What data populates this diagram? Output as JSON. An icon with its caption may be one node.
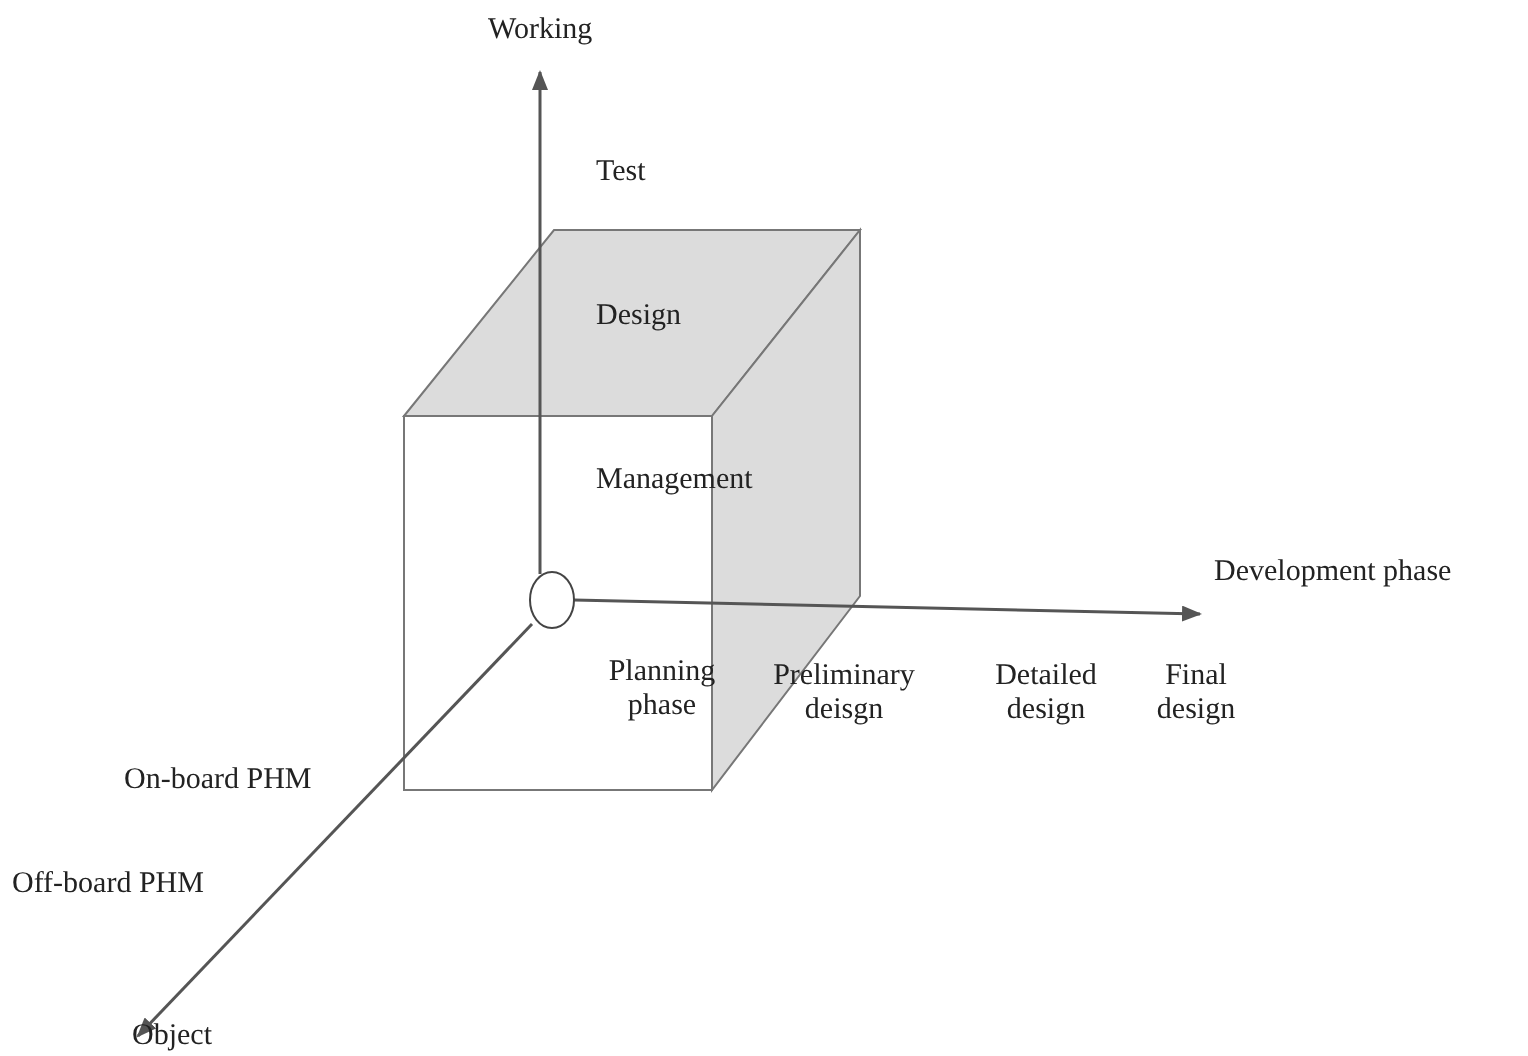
{
  "diagram": {
    "labels": [
      "Working",
      "Test",
      "Design",
      "Management",
      "Development phase",
      "Planning phase",
      "Preliminary deisgn",
      "Detailed design",
      "Final design",
      "On-board PHM",
      "Off-board PHM",
      "Object"
    ]
  }
}
